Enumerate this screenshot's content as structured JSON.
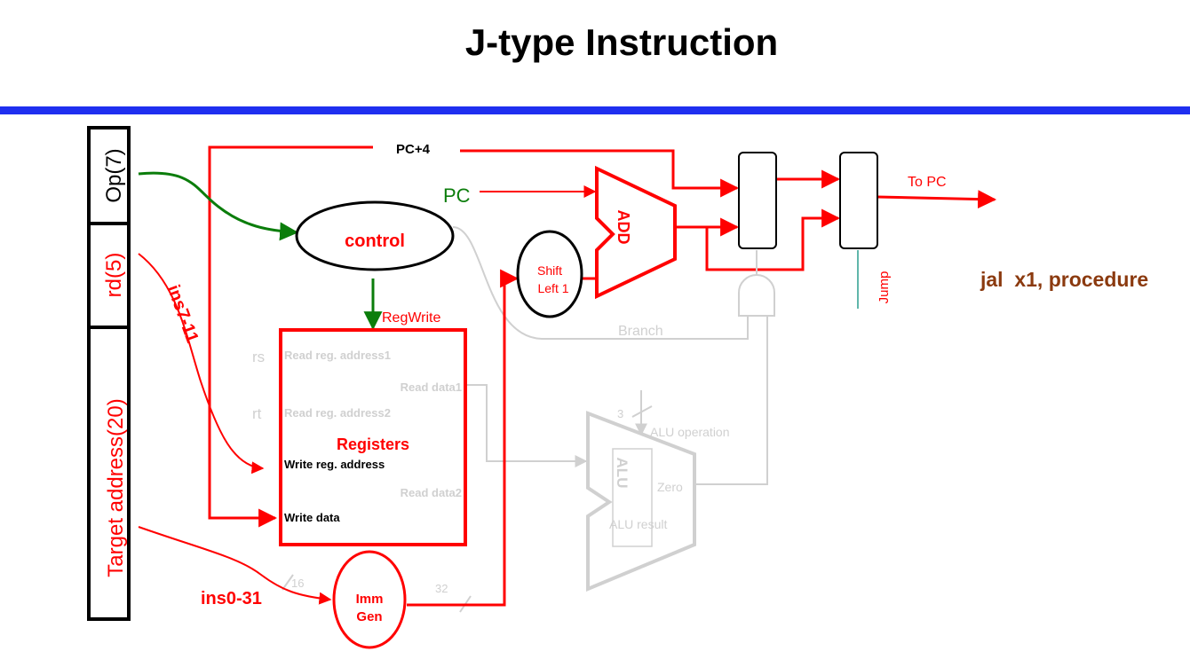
{
  "title": "J-type Instruction",
  "fields": {
    "op": "Op(7)",
    "rd": "rd(5)",
    "target": "Target address(20)"
  },
  "wire_labels": {
    "pc_plus_4": "PC+4",
    "pc": "PC",
    "to_pc": "To PC",
    "reg_write": "RegWrite",
    "ins7_11": "ins7-11",
    "ins0_31": "ins0-31",
    "jump": "Jump",
    "branch": "Branch",
    "alu_operation": "ALU operation",
    "alu_op_width": "3",
    "imm_in_width": "16",
    "imm_out_width": "32",
    "rs": "rs",
    "rt": "rt"
  },
  "blocks": {
    "control": "control",
    "shift_line1": "Shift",
    "shift_line2": "Left 1",
    "adder": "ADD",
    "registers": "Registers",
    "read_reg1": "Read reg. address1",
    "read_reg2": "Read reg. address2",
    "write_reg": "Write reg. address",
    "write_data": "Write data",
    "read_data1": "Read data1",
    "read_data2": "Read data2",
    "imm_line1": "Imm",
    "imm_line2": "Gen",
    "alu": "ALU",
    "zero": "Zero",
    "alu_result": "ALU result"
  },
  "note": "jal  x1, procedure",
  "colors": {
    "active": "#ff0000",
    "inactive": "#d0d0d0",
    "control_signal": "#0b7d0b",
    "note": "#8b3a0f",
    "title_bar": "#1f2ff0",
    "jump_line": "#2a9d8f"
  }
}
